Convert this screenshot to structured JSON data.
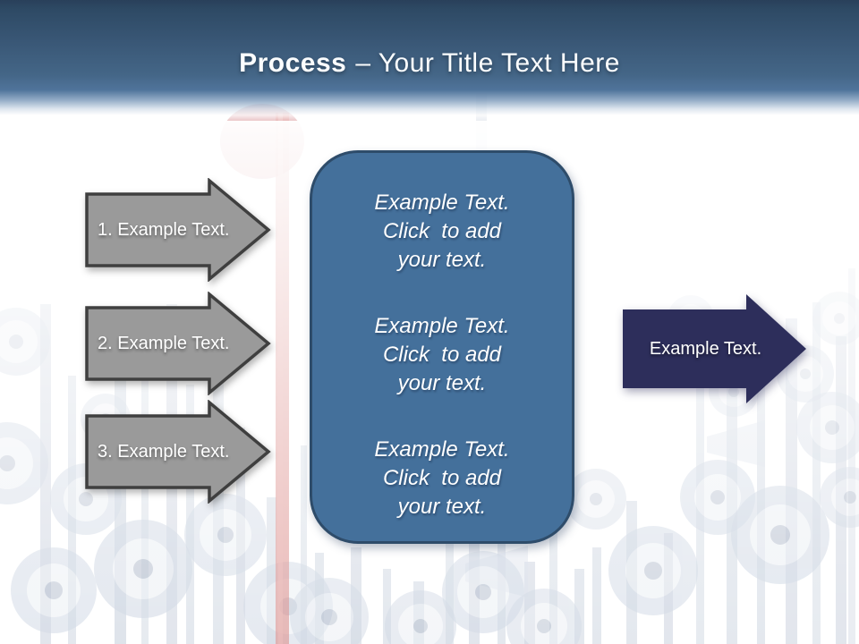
{
  "slide": {
    "header": {
      "title_bold": "Process",
      "title_rest": "– Your Title Text Here"
    },
    "process_steps": [
      {
        "label": "1. Example Text."
      },
      {
        "label": "2. Example Text."
      },
      {
        "label": "3. Example Text."
      }
    ],
    "detail_box": {
      "paragraphs": [
        {
          "lines": [
            "Example Text.",
            "Click  to add",
            "your text."
          ]
        },
        {
          "lines": [
            "Example Text.",
            "Click  to add",
            "your text."
          ]
        },
        {
          "lines": [
            "Example Text.",
            "Click  to add",
            "your text."
          ]
        }
      ]
    },
    "output_arrow": {
      "label": "Example Text."
    },
    "theme_colors": {
      "header_top": "#29405a",
      "header_mid": "#3d5f7f",
      "detail_box_fill": "#44709b",
      "detail_box_border": "#2e4c6a",
      "step_arrow_fill": "#9a9a9a",
      "step_arrow_border": "#3f3f3f",
      "output_arrow_fill": "#2d2e5b",
      "accent_red": "#d9827f",
      "background_art": "#c9d3e0",
      "text": "#ffffff"
    }
  }
}
